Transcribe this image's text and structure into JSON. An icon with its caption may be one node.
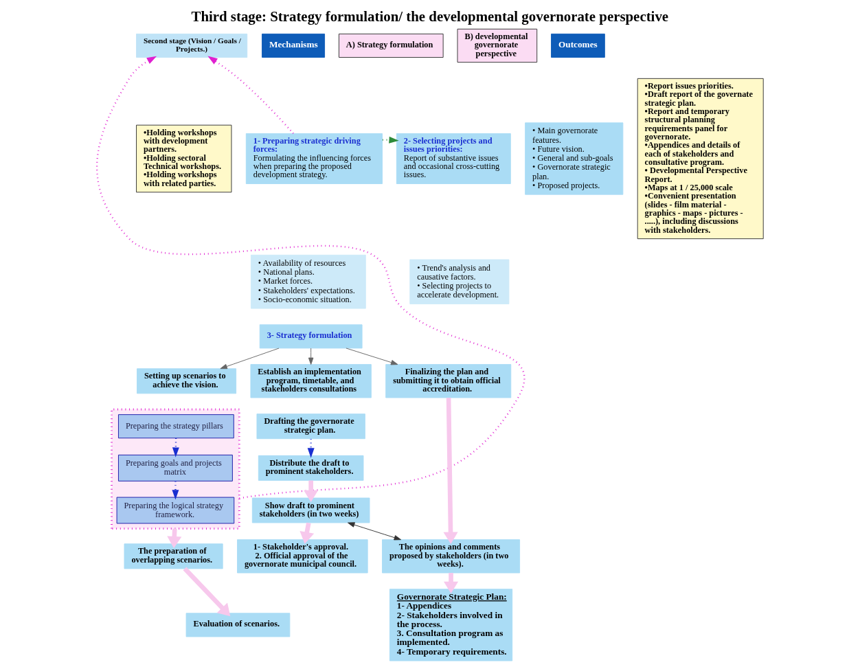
{
  "diagram": {
    "title": "Third stage: Strategy formulation/ the developmental governorate perspective",
    "nodes": [
      {
        "text": [
          "Second stage (Vision / Goals / Projects.)"
        ]
      },
      {
        "text": [
          "Mechanisms"
        ]
      },
      {
        "text": [
          "•Holding workshops with development partners.",
          "•Holding sectoral Technical workshops.",
          "•Holding workshops with related parties."
        ]
      },
      {
        "text": [
          "A) Strategy formulation"
        ]
      },
      {
        "text": [
          "1- Preparing strategic driving forces:",
          "Formulating the influencing forces when preparing the proposed development strategy."
        ]
      },
      {
        "text": [
          "2- Selecting projects and issues priorities:",
          "Report of substantive issues and occasional cross-cutting issues."
        ]
      },
      {
        "text": [
          "• Availability of resources",
          "• National plans.",
          "• Market forces.",
          "• Stakeholders' expectations.",
          "• Socio-economic situation."
        ]
      },
      {
        "text": [
          "• Trend's analysis and causative factors.",
          "• Selecting projects to accelerate development."
        ]
      },
      {
        "text": [
          "B) developmental governorate perspective"
        ]
      },
      {
        "text": [
          "• Main governorate features.",
          "• Future vision.",
          "• General and sub-goals",
          "• Governorate strategic plan.",
          "• Proposed projects."
        ]
      },
      {
        "text": [
          "Outcomes"
        ]
      },
      {
        "text": [
          "•Report issues priorities.",
          "•Draft report of the governate strategic plan.",
          "•Report and temporary structural planning requirements panel for governorate.",
          "•Appendices and details of each of stakeholders and consultative program.",
          "• Developmental Perspective Report.",
          "•Maps at 1 / 25,000 scale",
          "•Convenient presentation (slides - film material - graphics - maps - pictures - .....), including discussions with stakeholders."
        ]
      },
      {
        "text": [
          "3- Strategy formulation"
        ]
      },
      {
        "text": [
          "Setting up scenarios to achieve the vision."
        ]
      },
      {
        "text": [],
        "shape": "box"
      },
      {
        "text": [
          "Preparing the strategy pillars"
        ],
        "in": 14
      },
      {
        "text": [
          "Preparing goals and projects matrix"
        ],
        "in": 14
      },
      {
        "text": [
          "Preparing the logical strategy framework."
        ],
        "in": 14
      },
      {
        "text": [
          "The preparation of overlapping scenarios."
        ]
      },
      {
        "text": [
          "Evaluation of scenarios."
        ]
      },
      {
        "text": [
          "Establish an implementation program, timetable, and stakeholders consultations"
        ]
      },
      {
        "text": [
          "Drafting the governorate strategic plan."
        ]
      },
      {
        "text": [
          "Distribute the draft to prominent stakeholders."
        ]
      },
      {
        "text": [
          "Show draft to prominent stakeholders (in two weeks)"
        ]
      },
      {
        "text": [
          "1- Stakeholder's approval.",
          "2. Official approval of the governorate municipal council."
        ]
      },
      {
        "text": [
          "Finalizing the plan and submitting it to obtain official accreditation."
        ]
      },
      {
        "text": [
          "The opinions and comments proposed by stakeholders (in two weeks)."
        ]
      },
      {
        "text": [
          "Governorate Strategic Plan:",
          "1- Appendices",
          "2- Stakeholders involved in the process.",
          "3. Consultation program as implemented.",
          "4- Temporary requirements."
        ]
      }
    ],
    "edges": [
      {
        "from": 4,
        "to": 5,
        "arrow": "to",
        "style": "dashed",
        "color": "#2e8b3a"
      },
      {
        "from": 14,
        "to": 0,
        "arrow": "to",
        "style": "dashed",
        "color": "#e020d0"
      },
      {
        "from": 4,
        "to": 0,
        "arrow": "to",
        "style": "dashed",
        "color": "#e020d0"
      },
      {
        "from": 12,
        "to": 13,
        "arrow": "to",
        "color": "#666666"
      },
      {
        "from": 12,
        "to": 20,
        "arrow": "to",
        "color": "#666666"
      },
      {
        "from": 12,
        "to": 25,
        "arrow": "to",
        "color": "#666666"
      },
      {
        "from": 15,
        "to": 16,
        "arrow": "to",
        "style": "dashed",
        "color": "#1a2fd0"
      },
      {
        "from": 16,
        "to": 17,
        "arrow": "to",
        "style": "dashed",
        "color": "#1a2fd0"
      },
      {
        "from": 14,
        "to": 18,
        "arrow": "to",
        "style": "thick",
        "color": "#f7c8ec"
      },
      {
        "from": 18,
        "to": 19,
        "arrow": "to",
        "style": "thick",
        "color": "#f7c8ec"
      },
      {
        "from": 21,
        "to": 22,
        "arrow": "to",
        "style": "dashed",
        "color": "#1a2fd0"
      },
      {
        "from": 22,
        "to": 23,
        "arrow": "to",
        "style": "thick",
        "color": "#f7c8ec"
      },
      {
        "from": 23,
        "to": 24,
        "arrow": "to",
        "style": "thick",
        "color": "#f7c8ec"
      },
      {
        "from": 25,
        "to": 26,
        "arrow": "to",
        "style": "thick",
        "color": "#f7c8ec"
      },
      {
        "from": 26,
        "to": 27,
        "arrow": "to",
        "style": "thick",
        "color": "#f7c8ec"
      },
      {
        "from": 23,
        "to": 26,
        "arrow": "both",
        "color": "#333333"
      }
    ]
  }
}
